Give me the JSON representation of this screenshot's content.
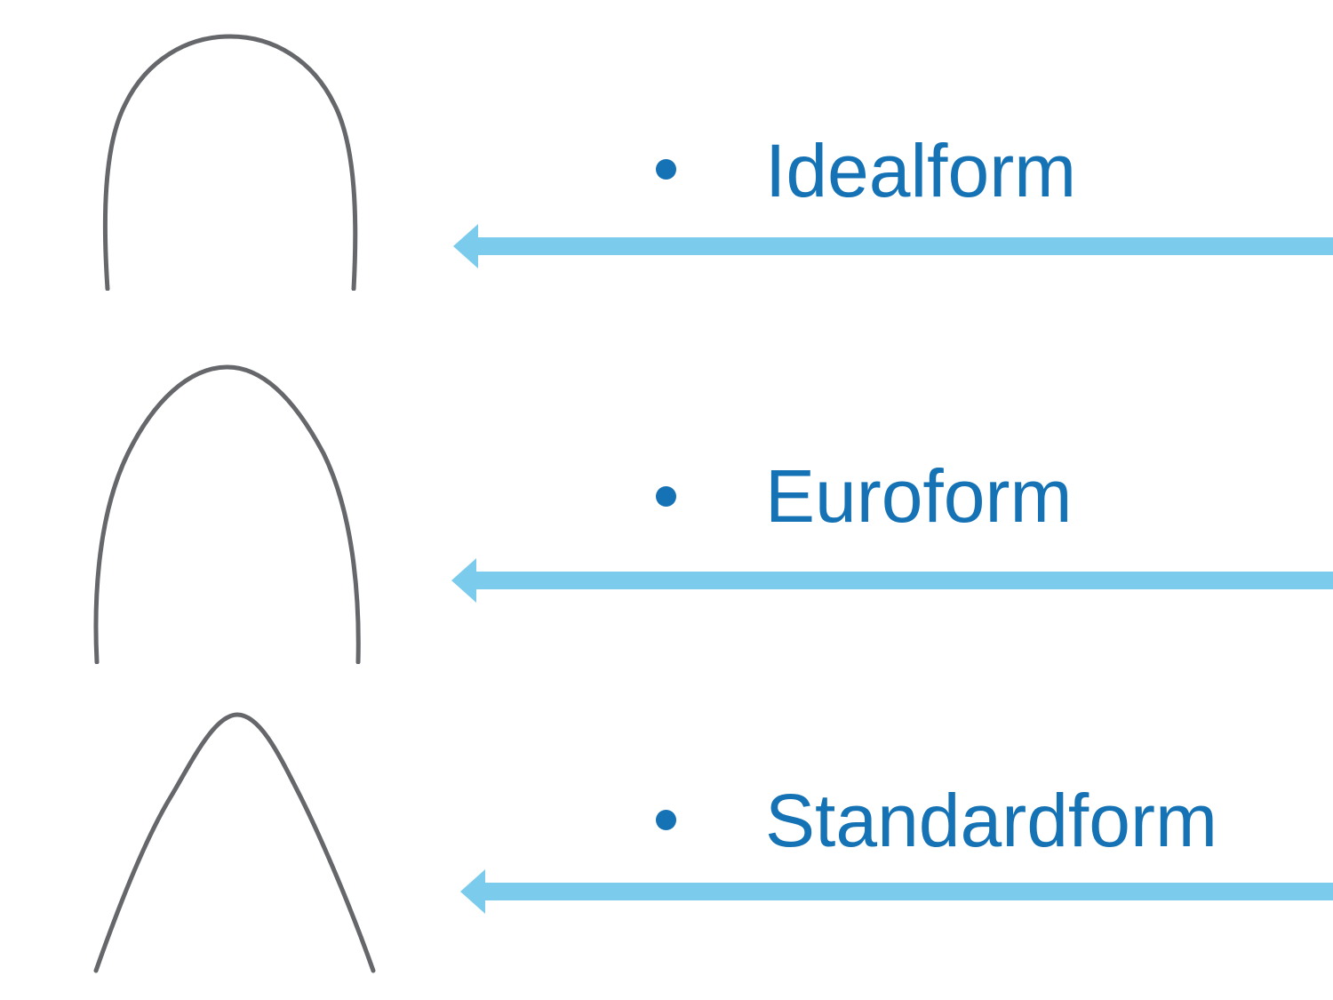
{
  "slide": {
    "colors": {
      "label_blue": "#1572b4",
      "arrow_blue": "#7bcbed",
      "wire_gray": "#65676a",
      "background": "#ffffff"
    },
    "items": [
      {
        "label": "Idealform",
        "icon": "idealform-archwire-icon"
      },
      {
        "label": "Euroform",
        "icon": "euroform-archwire-icon"
      },
      {
        "label": "Standardform",
        "icon": "standardform-archwire-icon"
      }
    ]
  }
}
